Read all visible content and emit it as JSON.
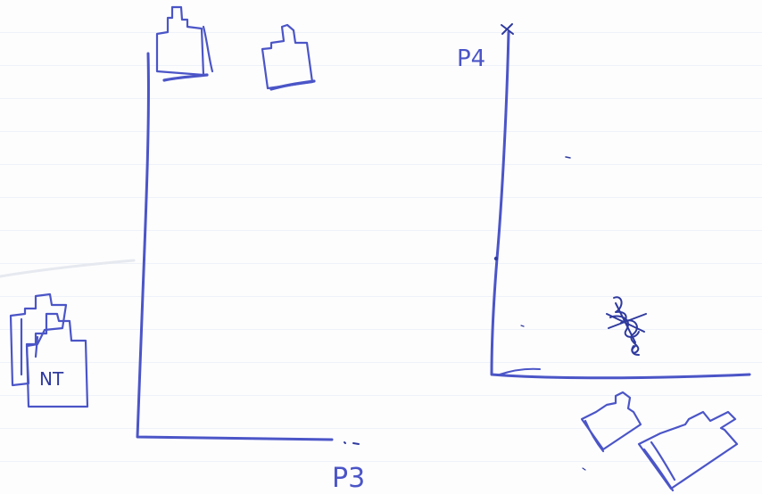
{
  "labels": {
    "p4": "P4",
    "p3": "P3",
    "nt": "NT"
  },
  "colors": {
    "ink": "#4b55c7",
    "ink_dark": "#2f3a9e",
    "paper": "#fdfdfe",
    "ruled_line": "#eef2f8"
  },
  "icons": [
    "machine-icon",
    "strikethrough-scribble"
  ]
}
